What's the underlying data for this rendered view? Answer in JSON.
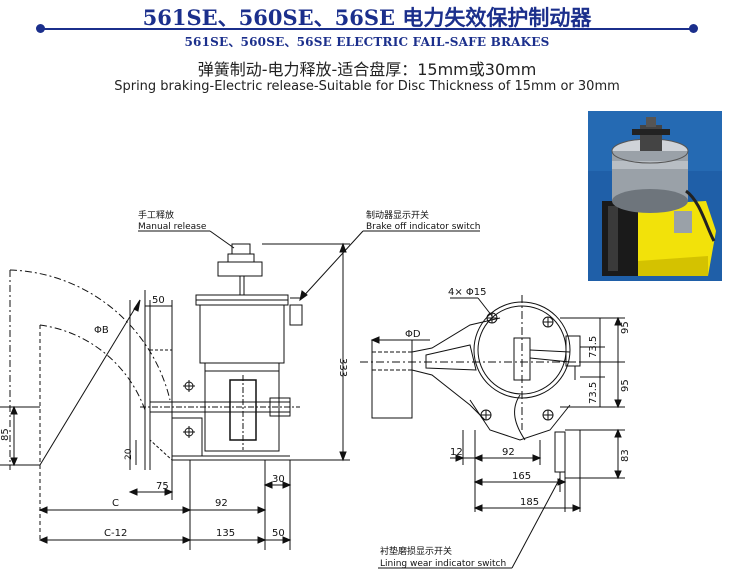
{
  "header": {
    "title": "561SE、560SE、56SE 电力失效保护制动器",
    "subtitle_en": "561SE、560SE、56SE ELECTRIC FAIL-SAFE BRAKES",
    "description_cn": "弹簧制动-电力释放-适合盘厚：15mm或30mm",
    "description_en": "Spring braking-Electric release-Suitable for Disc Thickness of 15mm or 30mm"
  },
  "colors": {
    "title_blue": "#1b2f8c",
    "photo_bg": "#1f5fa8",
    "bracket_yellow": "#f2e20a",
    "line": "#111111"
  },
  "left_view": {
    "label_manual_cn": "手工释放",
    "label_manual_en": "Manual release",
    "label_indicator_cn": "制动器显示开关",
    "label_indicator_en": "Brake off indicator switch",
    "dim_phiB": "ΦB",
    "dim_50_top": "50",
    "dim_333": "333",
    "dim_85": "85",
    "dim_20": "20",
    "dim_75": "75",
    "dim_30": "30",
    "dim_C": "C",
    "dim_92": "92",
    "dim_C12": "C-12",
    "dim_135": "135",
    "dim_50_bottom": "50"
  },
  "right_view": {
    "dim_holes": "4× Φ15",
    "dim_phiD": "ΦD",
    "dim_95_top": "95",
    "dim_735_top": "73.5",
    "dim_735_bottom": "73.5",
    "dim_95_bottom": "95",
    "dim_83": "83",
    "dim_12": "12",
    "dim_92": "92",
    "dim_165": "165",
    "dim_185": "185",
    "label_wear_cn": "衬垫磨损显示开关",
    "label_wear_en": "Lining wear indicator switch"
  }
}
